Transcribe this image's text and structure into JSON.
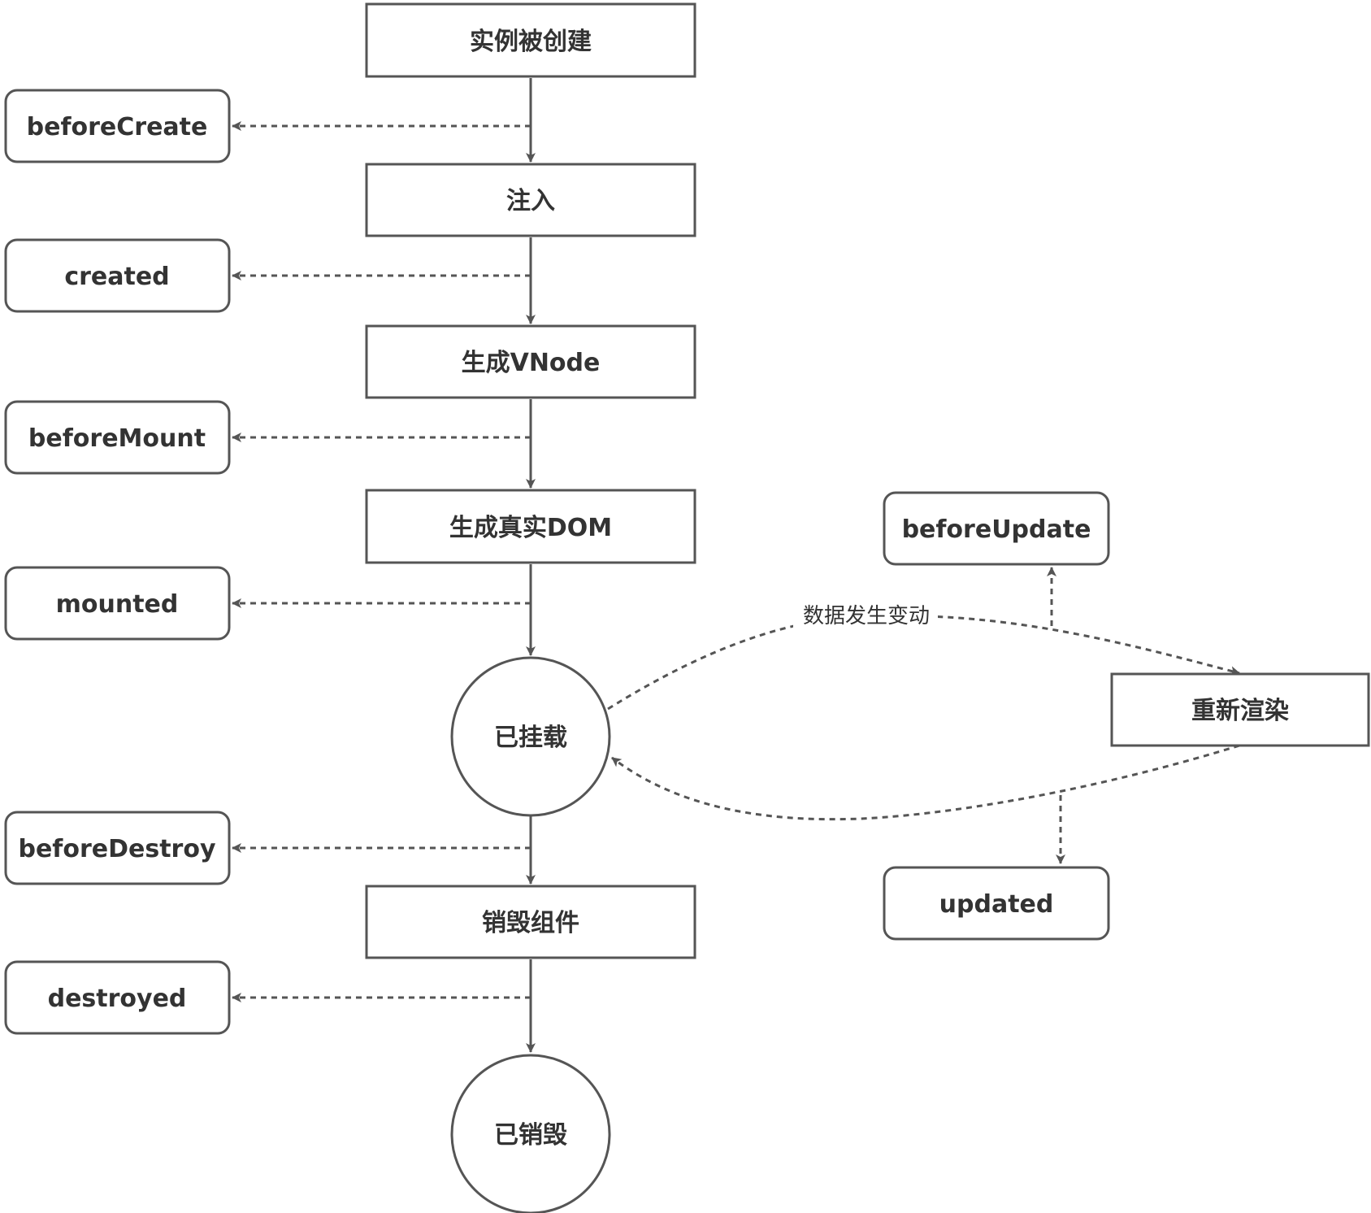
{
  "colors": {
    "stroke": "#555555",
    "text": "#333333",
    "background": "#ffffff"
  },
  "main_flow": {
    "instance_created": "实例被创建",
    "inject": "注入",
    "gen_vnode": "生成VNode",
    "gen_real_dom": "生成真实DOM",
    "mounted_state": "已挂载",
    "destroy_component": "销毁组件",
    "destroyed_state": "已销毁"
  },
  "hooks": {
    "before_create": "beforeCreate",
    "created": "created",
    "before_mount": "beforeMount",
    "mounted": "mounted",
    "before_destroy": "beforeDestroy",
    "destroyed": "destroyed",
    "before_update": "beforeUpdate",
    "updated": "updated"
  },
  "update_cycle": {
    "rerender": "重新渲染",
    "data_change_label": "数据发生变动"
  }
}
